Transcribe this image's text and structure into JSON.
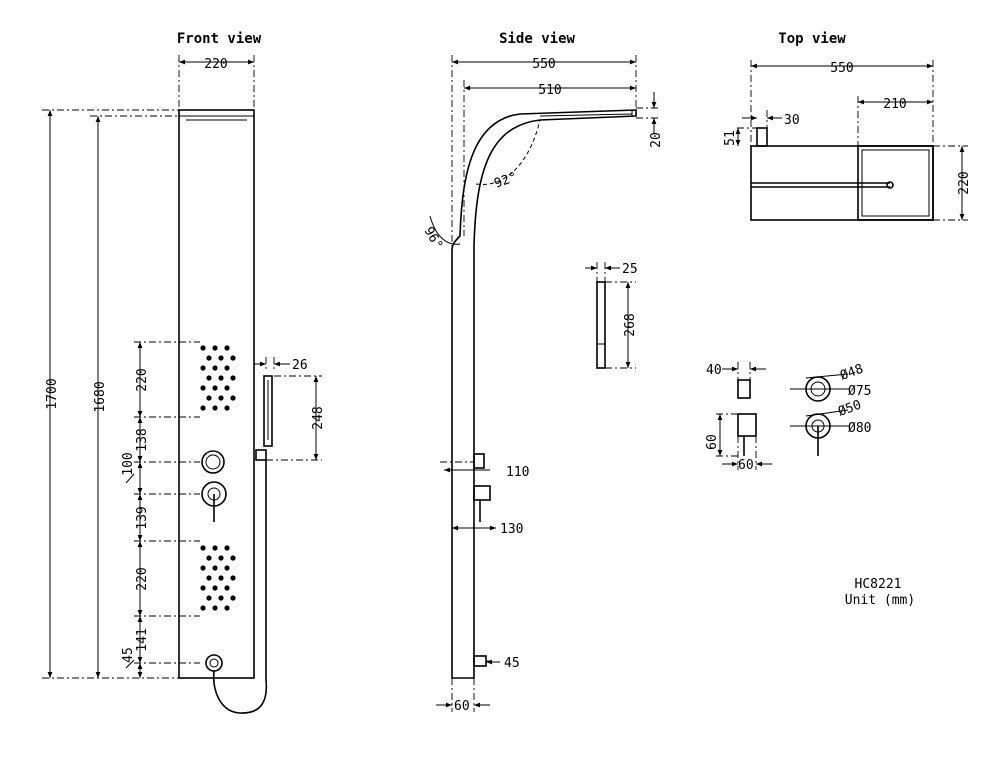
{
  "views": {
    "front": "Front view",
    "side": "Side view",
    "top": "Top view"
  },
  "front_dims": {
    "width": "220",
    "height_total": "1700",
    "height_inner": "1680",
    "jets_upper": "220",
    "gap_1": "138",
    "valve_pitch": "100",
    "gap_2": "139",
    "jets_lower": "220",
    "gap_3": "141",
    "outlet": "45",
    "hand_width": "26",
    "hand_height": "248"
  },
  "side_dims": {
    "overall": "550",
    "arm": "510",
    "head_thickness": "20",
    "angle_outer": "96°",
    "angle_inner": "92°",
    "valve_depth_1": "110",
    "valve_depth_2": "130",
    "outlet": "45",
    "base_depth": "60"
  },
  "top_dims": {
    "overall": "550",
    "head": "210",
    "knob_width": "30",
    "knob_depth": "51",
    "head_depth": "220"
  },
  "handshower_dims": {
    "width": "25",
    "length": "268"
  },
  "valve_detail": {
    "knob_depth": "40",
    "base_height": "60",
    "base_depth": "60",
    "d1": "Ø48",
    "d2": "Ø75",
    "d3": "Ø50",
    "d4": "Ø80"
  },
  "model": "HC8221",
  "unit": "Unit (mm)"
}
